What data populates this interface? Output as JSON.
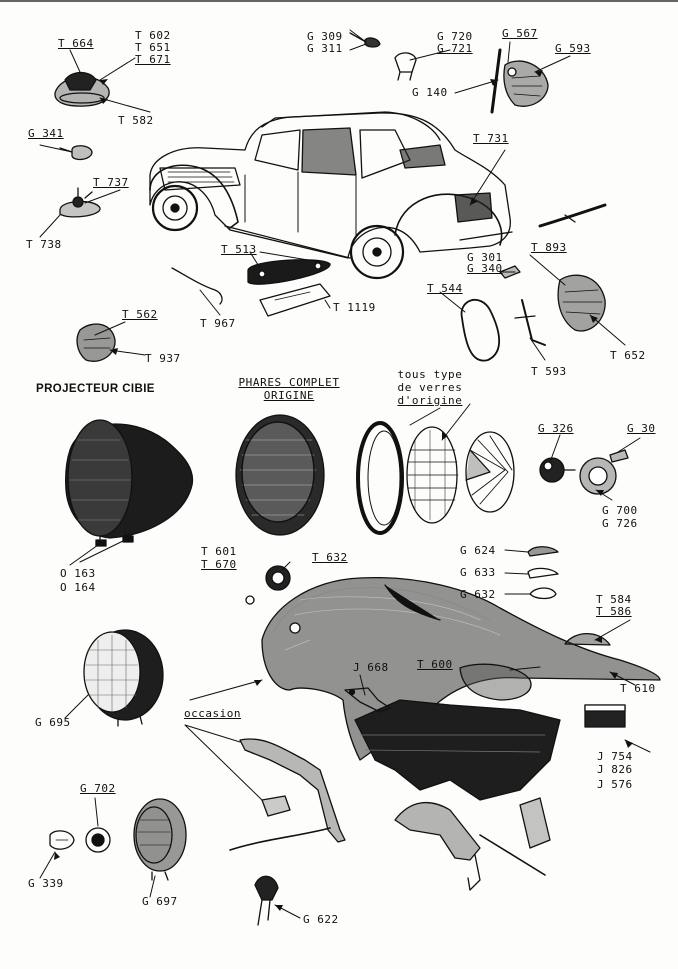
{
  "headings": {
    "projecteur": "PROJECTEUR CIBIE",
    "phares_line1": "PHARES COMPLET",
    "phares_line2": "ORIGINE",
    "verres_line1": "tous type",
    "verres_line2": "de verres",
    "verres_line3": "d'origine",
    "occasion": "occasion"
  },
  "labels": {
    "t664": "T 664",
    "t602": "T 602",
    "t651": "T 651",
    "t671": "T 671",
    "t582": "T 582",
    "g309": "G 309",
    "g311": "G 311",
    "g720": "G 720",
    "g721": "G 721",
    "g140": "G 140",
    "g567": "G 567",
    "g593": "G 593",
    "g341": "G 341",
    "t737": "T 737",
    "t738": "T 738",
    "t731": "T 731",
    "t513": "T 513",
    "t967": "T 967",
    "t1119": "T 1119",
    "g301": "G 301",
    "g340": "G 340",
    "t893": "T 893",
    "t544": "T 544",
    "t593": "T 593",
    "t652": "T 652",
    "t562": "T 562",
    "t937": "T 937",
    "g326": "G 326",
    "g30x": "G 30",
    "g700": "G 700",
    "g726": "G 726",
    "o163": "O 163",
    "o164": "O 164",
    "t601": "T 601",
    "t670": "T 670",
    "t632": "T 632",
    "g624": "G 624",
    "g633": "G 633",
    "g632": "G 632",
    "t584": "T 584",
    "t586": "T 586",
    "t600": "T 600",
    "t610": "T 610",
    "j668": "J 668",
    "g695": "G 695",
    "j754": "J 754",
    "j826": "J 826",
    "j576": "J 576",
    "g702": "G 702",
    "g339": "G 339",
    "g697": "G 697",
    "g622": "G 622"
  },
  "colors": {
    "ink": "#111111",
    "paper": "#fdfdfb",
    "shade": "#2a2a2a"
  }
}
